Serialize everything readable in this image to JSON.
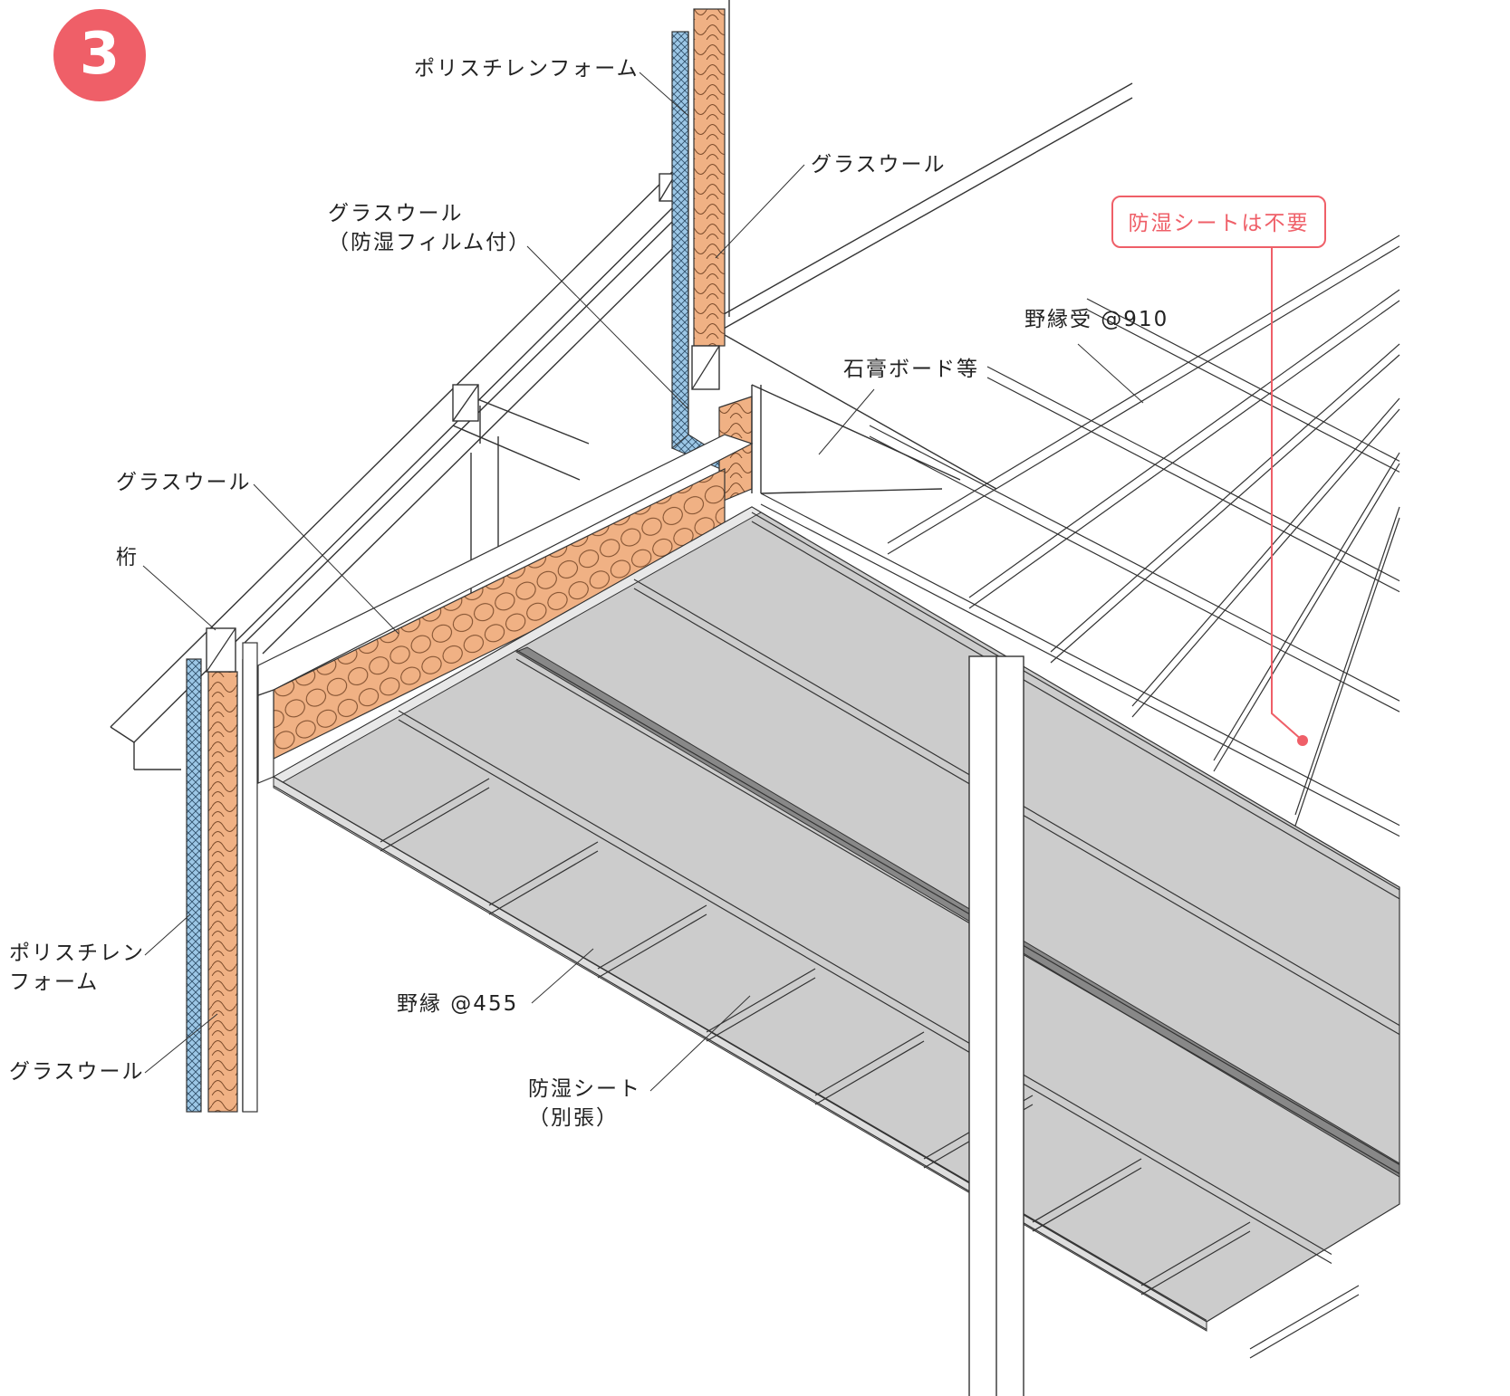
{
  "step_badge": "3",
  "callout": "防湿シートは不要",
  "labels": {
    "polystyrene_top": "ポリスチレンフォーム",
    "glasswool_top": "グラスウール",
    "glasswool_film_line1": "グラスウール",
    "glasswool_film_line2": "（防湿フィルム付）",
    "nobuchi_uke": "野縁受 @910",
    "gypsum": "石膏ボード等",
    "glasswool_mid": "グラスウール",
    "keta": "桁",
    "polystyrene_left_line1": "ポリスチレン",
    "polystyrene_left_line2": "フォーム",
    "glasswool_bottom": "グラスウール",
    "nobuchi": "野縁 @455",
    "vapor_sheet_line1": "防湿シート",
    "vapor_sheet_line2": "（別張）"
  },
  "colors": {
    "accent": "#ef5f68",
    "insulation_orange": "#f0b184",
    "polystyrene_blue": "#9cc7e6",
    "sheet_gray": "#cccccc",
    "joint_gray": "#888888",
    "line": "#333333"
  }
}
